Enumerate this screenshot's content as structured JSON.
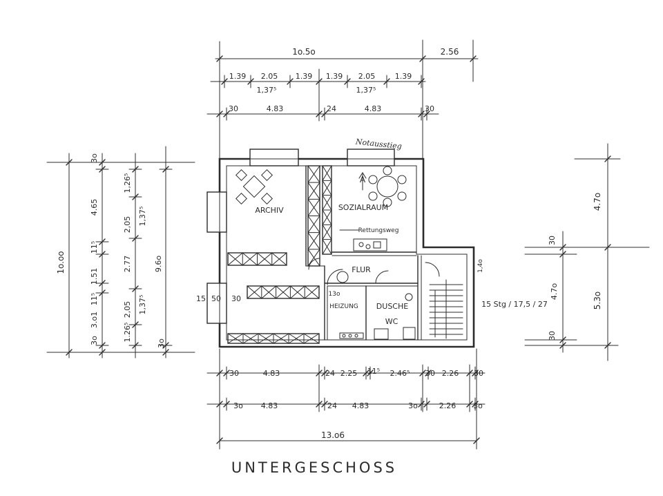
{
  "colors": {
    "ink": "#2b2b2b",
    "paper": "#ffffff"
  },
  "drawing": {
    "title": "UNTERGESCHOSS"
  },
  "rooms": {
    "archiv": "ARCHIV",
    "sozialraum": "SOZIALRAUM",
    "flur": "FLUR",
    "heizung": "HEIZUNG",
    "dusche": "DUSCHE",
    "wc": "WC"
  },
  "notes": {
    "notausstieg": "Notausstieg",
    "rettungsweg": "Rettungsweg",
    "stair": "15 Stg / 17,5 / 27",
    "north_arrow": "A",
    "heizung_width": "13o",
    "flur_width": "1,4o",
    "window_left": [
      "15",
      "50",
      "30"
    ]
  },
  "dimensions": {
    "top": {
      "overall": [
        "1o.5o",
        "2.56"
      ],
      "segments": [
        "1.39",
        "2.05",
        "1.39",
        "1.39",
        "2.05",
        "1.39"
      ],
      "sub": [
        "1,37⁵",
        "1,37⁵"
      ],
      "walls": [
        "30",
        "4.83",
        "24",
        "4.83",
        "30"
      ]
    },
    "left": {
      "overall": "1o.oo",
      "chain_a": [
        "3o",
        "4.65",
        "11⁵",
        "1.51",
        "11⁵",
        "3.o1",
        "3o"
      ],
      "chain_b": [
        "1,26⁵",
        "2,05",
        "2.77",
        "2,05",
        "1.26⁵"
      ],
      "chain_c": [
        "1,37⁵",
        "1,37⁵"
      ],
      "inner": [
        "9.6o",
        "3o"
      ]
    },
    "right": {
      "overall": [
        "4.7o",
        "5.3o"
      ],
      "chain": [
        "30",
        "4.7o",
        "30"
      ]
    },
    "bottom": {
      "row_1": [
        "30",
        "4.83",
        "24",
        "2.25",
        "11⁵",
        "2.46⁵",
        "30",
        "2.26",
        "30"
      ],
      "row_2": [
        "3o",
        "4.83",
        "24",
        "4.83",
        "3o",
        "2.26",
        "3o"
      ],
      "overall": "13.o6"
    }
  }
}
